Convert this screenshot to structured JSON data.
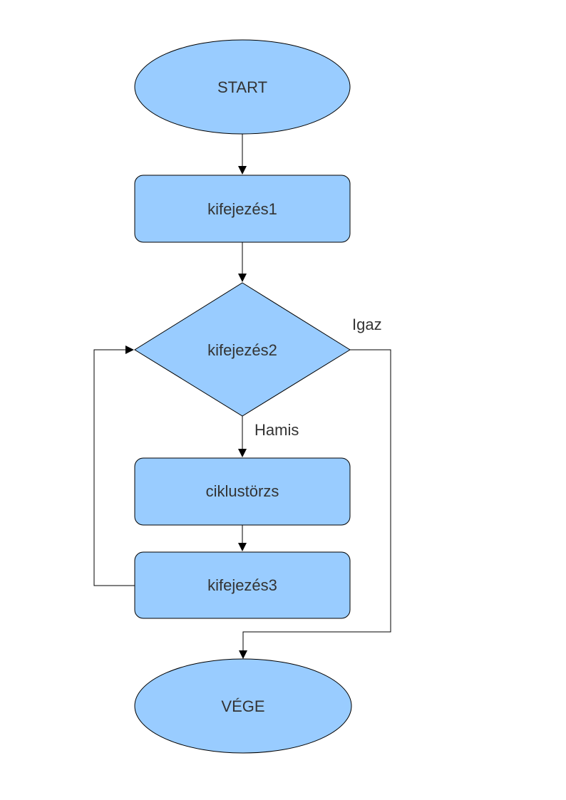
{
  "flowchart": {
    "fill_color": "#99ccff",
    "line_color": "#000000",
    "text_color": "#333333",
    "nodes": {
      "start": {
        "label": "START",
        "shape": "ellipse"
      },
      "expr1": {
        "label": "kifejezés1",
        "shape": "rounded-rectangle"
      },
      "expr2": {
        "label": "kifejezés2",
        "shape": "diamond"
      },
      "body": {
        "label": "ciklustörzs",
        "shape": "rounded-rectangle"
      },
      "expr3": {
        "label": "kifejezés3",
        "shape": "rounded-rectangle"
      },
      "end": {
        "label": "VÉGE",
        "shape": "ellipse"
      }
    },
    "edges": {
      "true_label": "Igaz",
      "false_label": "Hamis"
    }
  }
}
